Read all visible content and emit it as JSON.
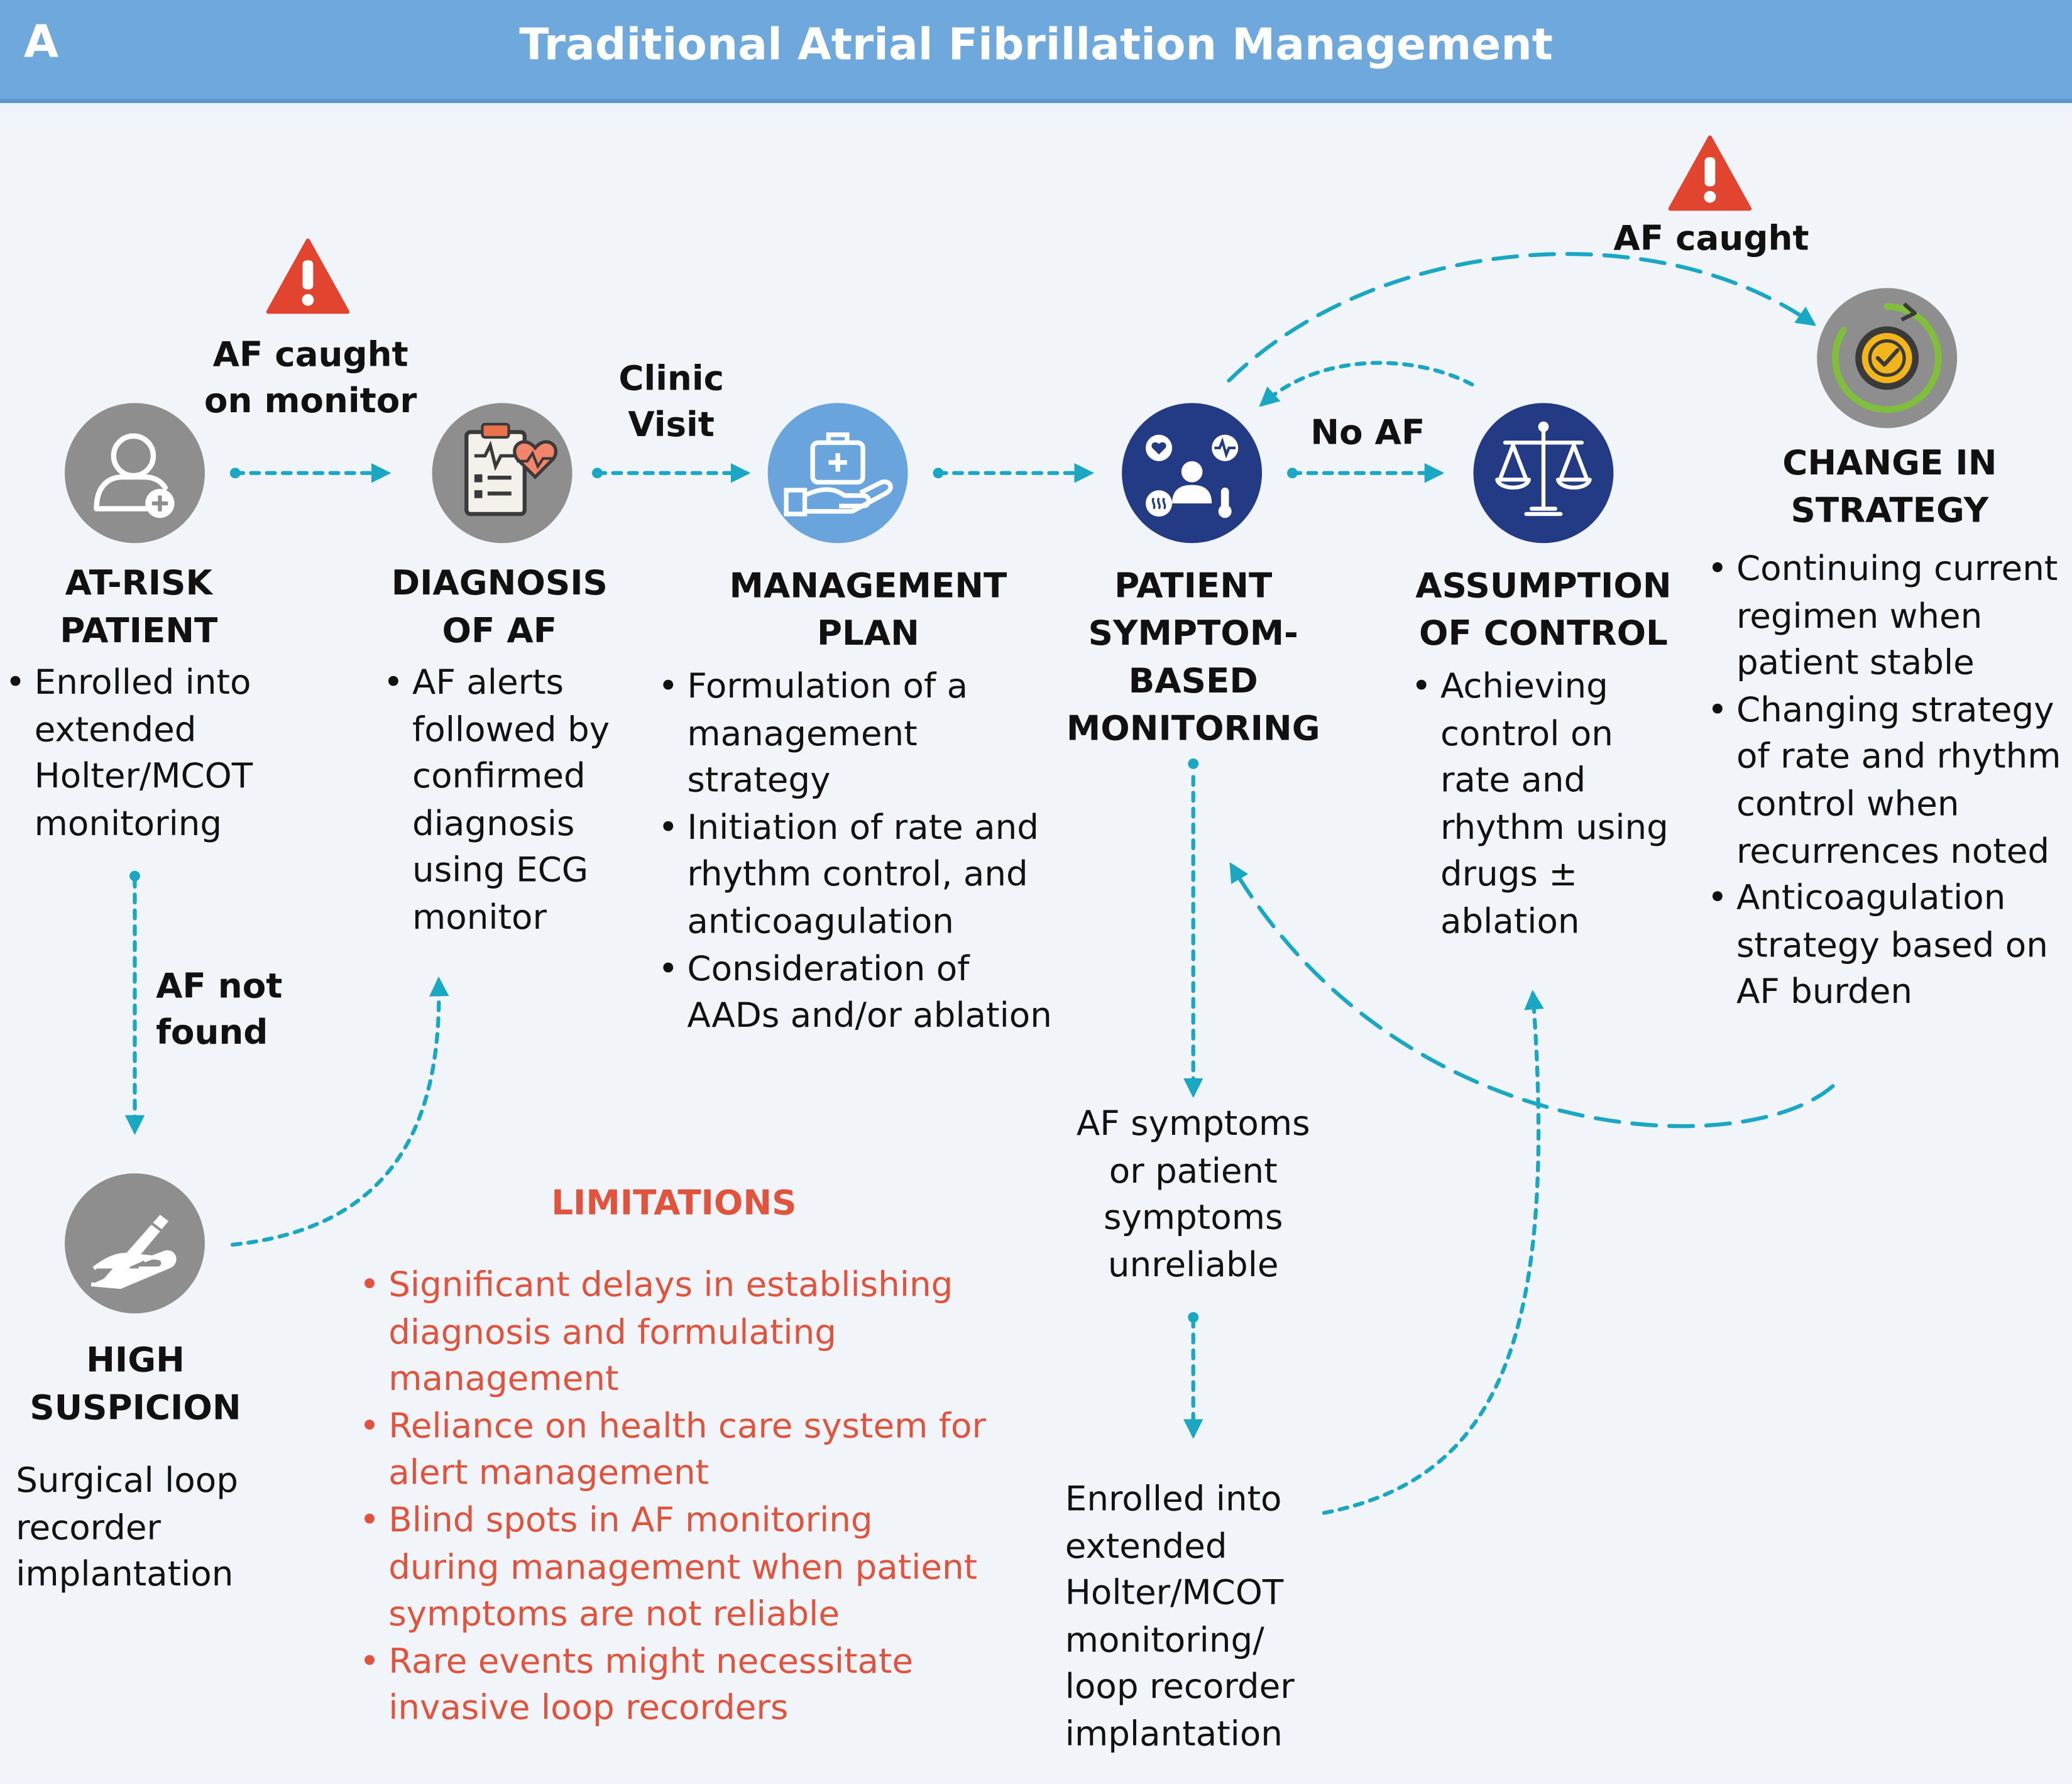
{
  "header": {
    "panel_letter": "A",
    "title": "Traditional Atrial Fibrillation Management"
  },
  "colors": {
    "header_bg": "#6fa8dc",
    "arrow": "#1aa7c4",
    "warning": "#e1442f",
    "limitations": "#e0533d",
    "navy_icon": "#233b84",
    "grey_icon": "#8e8e8e",
    "lightblue_icon": "#6aa4dc"
  },
  "nodes": {
    "at_risk": {
      "icon": "patient-icon",
      "title": [
        "AT-RISK",
        "PATIENT"
      ],
      "bullets": [
        "Enrolled into extended Holter/MCOT monitoring"
      ]
    },
    "diagnosis": {
      "icon": "clipboard-heart-icon",
      "title": [
        "DIAGNOSIS",
        "OF AF"
      ],
      "bullets": [
        "AF alerts followed by confirmed diagnosis using ECG monitor"
      ]
    },
    "management": {
      "icon": "hand-medkit-icon",
      "title": [
        "MANAGEMENT",
        "PLAN"
      ],
      "bullets": [
        "Formulation of a management strategy",
        "Initiation of rate and rhythm control, and anticoagulation",
        "Consideration of AADs and/or ablation"
      ]
    },
    "monitoring": {
      "icon": "symptom-monitoring-icon",
      "title": [
        "PATIENT",
        "SYMPTOM-",
        "BASED",
        "MONITORING"
      ]
    },
    "assumption": {
      "icon": "balance-scale-icon",
      "title": [
        "ASSUMPTION",
        "OF CONTROL"
      ],
      "bullets": [
        "Achieving control on rate and rhythm using drugs ± ablation"
      ]
    },
    "change": {
      "icon": "cycle-check-icon",
      "title": [
        "CHANGE IN",
        "STRATEGY"
      ],
      "bullets": [
        "Continuing current regimen when patient stable",
        "Changing strategy of rate and rhythm control when recurrences noted",
        "Anticoagulation strategy based on AF burden"
      ]
    },
    "high_suspicion": {
      "icon": "scalpel-hand-icon",
      "title": [
        "HIGH",
        "SUSPICION"
      ],
      "text": "Surgical loop recorder implantation"
    },
    "af_symptoms": {
      "text": "AF symptoms or patient symptoms unreliable"
    },
    "enrolled_bottom": {
      "text": "Enrolled into extended Holter/MCOT monitoring/ loop recorder implantation"
    }
  },
  "edge_labels": {
    "af_caught_monitor": [
      "AF caught",
      "on monitor"
    ],
    "clinic_visit": [
      "Clinic",
      "Visit"
    ],
    "no_af": "No AF",
    "af_caught": "AF caught",
    "af_not_found": [
      "AF not",
      "found"
    ]
  },
  "limitations": {
    "title": "LIMITATIONS",
    "items": [
      "Significant delays in establishing diagnosis and formulating management",
      "Reliance on health care system for alert management",
      "Blind spots in AF monitoring during management when patient symptoms are not reliable",
      "Rare events might necessitate invasive loop recorders"
    ]
  }
}
